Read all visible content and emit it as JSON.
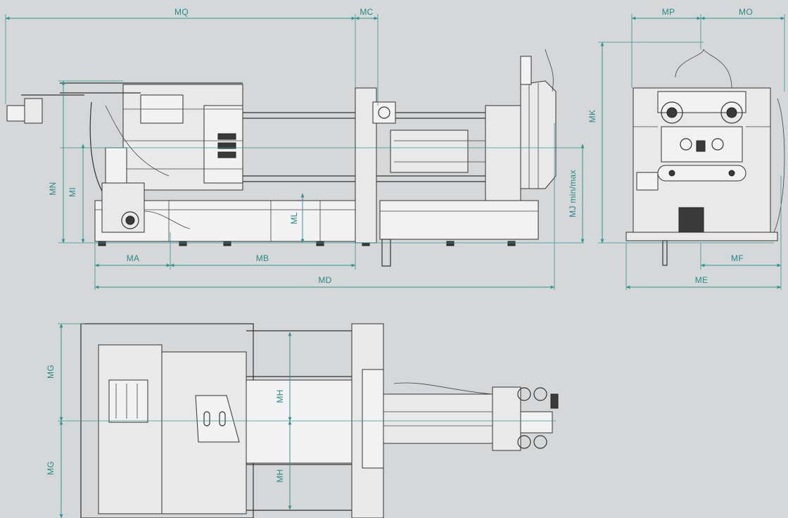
{
  "labels": {
    "mq": "MQ",
    "mc": "MC",
    "mp": "MP",
    "mo": "MO",
    "mn": "MN",
    "mi": "MI",
    "ml": "ML",
    "mj": "MJ  min/max",
    "mk": "MK",
    "ma": "MA",
    "mb": "MB",
    "md": "MD",
    "mf": "MF",
    "me": "ME",
    "mg_top": "MG",
    "mg_bottom": "MG",
    "mh_top": "MH",
    "mh_bottom": "MH"
  },
  "colors": {
    "background": "#d6d7d8",
    "dimension": "#2a9a90",
    "machine_line": "#333333"
  }
}
